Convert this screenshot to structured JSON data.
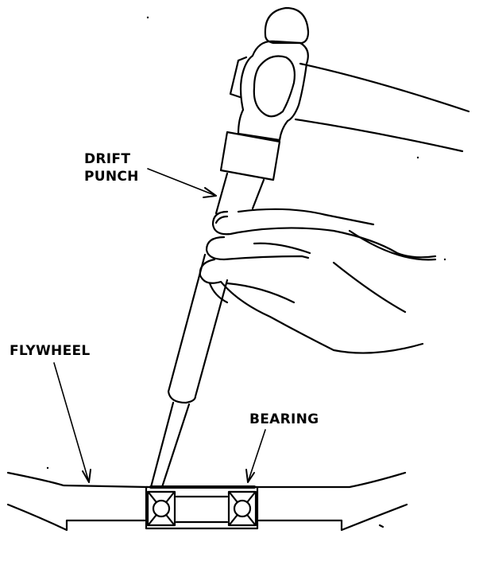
{
  "labels": {
    "drift_line1": "DRIFT",
    "drift_line2": "PUNCH",
    "flywheel": "FLYWHEEL",
    "bearing": "BEARING"
  },
  "colors": {
    "ink": "#000000",
    "paper": "#ffffff"
  }
}
